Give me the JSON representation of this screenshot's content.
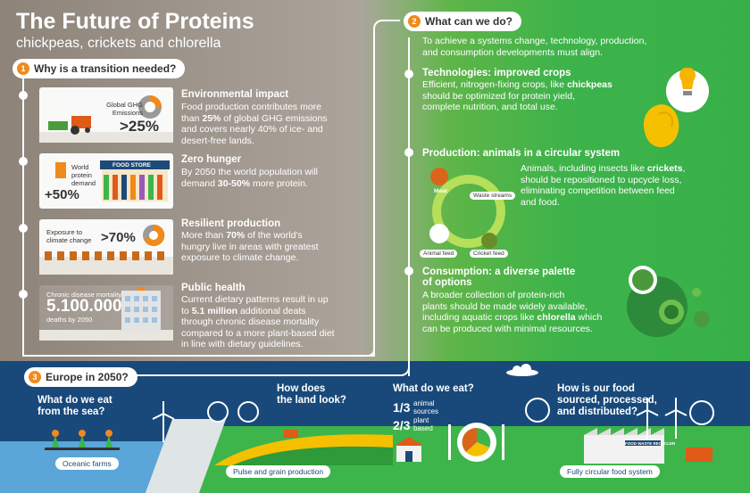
{
  "header": {
    "title": "The Future of Proteins",
    "subtitle": "chickpeas, crickets and chlorella"
  },
  "sections": {
    "why": {
      "num": "1",
      "label": "Why is a transition needed?"
    },
    "what": {
      "num": "2",
      "label": "What can we do?"
    },
    "europe": {
      "num": "3",
      "label": "Europe in 2050?"
    }
  },
  "why_items": [
    {
      "heading": "Environmental impact",
      "text_a": "Food production contributes more",
      "text_b": "than ",
      "bold": "25%",
      "text_c": " of global GHG emissions",
      "text_d": "and covers nearly 40% of ice- and",
      "text_e": "desert-free lands.",
      "stat_label": "Global GHG Emissions",
      "stat_value": ">25%"
    },
    {
      "heading": "Zero hunger",
      "text_a": "By 2050 the world population will",
      "text_b": "demand ",
      "bold": "30-50%",
      "text_c": " more protein.",
      "stat_label": "World protein demand",
      "stat_value": "+50%",
      "store_label": "FOOD STORE"
    },
    {
      "heading": "Resilient production",
      "text_a": "More than ",
      "bold": "70%",
      "text_b": " of the world's",
      "text_c": "hungry live in areas with greatest",
      "text_d": "exposure to climate change.",
      "stat_label": "Exposure to climate change",
      "stat_value": ">70%"
    },
    {
      "heading": "Public health",
      "text_a": "Current dietary patterns result in up",
      "text_b": "to ",
      "bold": "5.1 million",
      "text_c": " additional deats",
      "text_d": "through chronic disease mortality",
      "text_e": "compared to a more plant-based diet",
      "text_f": "in line with dietary guidelines.",
      "stat_label": "Chronic disease mortality",
      "stat_value": "5.100.000",
      "stat_sub": "deaths by 2050"
    }
  ],
  "what_intro": {
    "line1": "To achieve a systems change, technology, production,",
    "line2": "and consumption developments must align."
  },
  "what_items": [
    {
      "heading": "Technologies: improved crops",
      "line1": "Efficient, nitrogen-fixing crops, like ",
      "bold": "chickpeas",
      "line2": "should be optimized for protein yield,",
      "line3": "complete nutrition, and total use."
    },
    {
      "heading": "Production: animals in a circular system",
      "line1": "Animals, including insects like ",
      "bold": "crickets",
      "line1_end": ",",
      "line2": "should be repositioned to upcycle loss,",
      "line3": "eliminating competition between feed",
      "line4": "and food.",
      "cycle": [
        "Meat",
        "Waste streams",
        "Animal feed",
        "Cricket feed"
      ]
    },
    {
      "heading_a": "Consumption: a diverse palette",
      "heading_b": "of options",
      "line1": "A broader collection of protein-rich",
      "line2": "plants should be made widely available,",
      "line3": "including aquatic crops like ",
      "bold": "chlorella",
      "line3_end": " which",
      "line4": "can be produced with minimal resources."
    }
  ],
  "europe": {
    "sea_q_a": "What do we eat",
    "sea_q_b": "from the sea?",
    "sea_tag": "Oceanic farms",
    "land_q_a": "How does",
    "land_q_b": "the land look?",
    "land_tag": "Pulse and grain production",
    "eat_q": "What do we eat?",
    "frac1": "1/3",
    "frac1_label_a": "animal",
    "frac1_label_b": "sources",
    "frac2": "2/3",
    "frac2_label_a": "plant",
    "frac2_label_b": "based",
    "food_q_a": "How is our food",
    "food_q_b": "sourced, processed,",
    "food_q_c": "and distributed?",
    "food_tag": "Fully circular food system",
    "factory_label": "FOOD WASTE RECYCLER"
  },
  "colors": {
    "orange": "#f08a1c",
    "green": "#3db54a",
    "navy": "#18497a",
    "sea": "#5aa6d8"
  }
}
